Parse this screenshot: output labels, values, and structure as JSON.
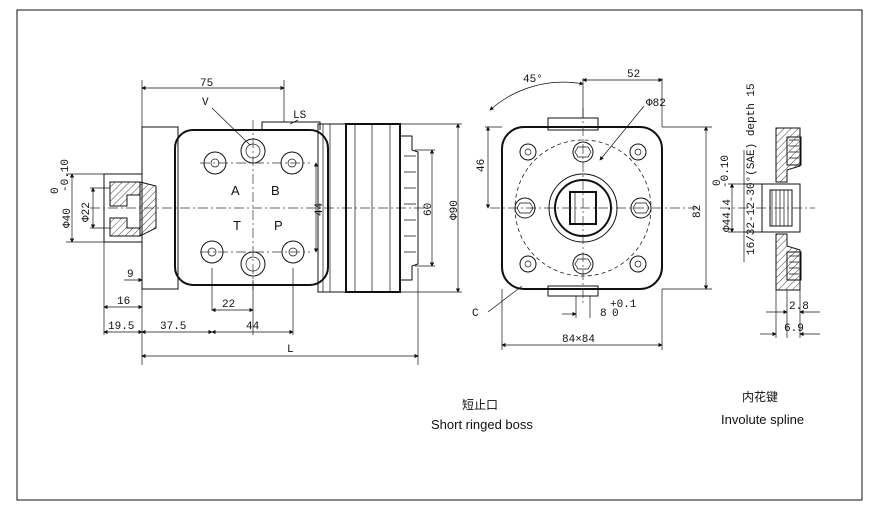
{
  "dims": {
    "d75": "75",
    "v": "V",
    "ls": "LS",
    "a": "A",
    "b": "B",
    "t": "T",
    "p": "P",
    "d44v": "44",
    "d60": "60",
    "d90": "Φ90",
    "d40": "Φ40",
    "d40_tol_top": "0",
    "d40_tol_bot": "-0.10",
    "d22v": "Φ22",
    "d9": "9",
    "d16": "16",
    "d22h": "22",
    "d19_5": "19.5",
    "d37_5": "37.5",
    "d44h": "44",
    "l": "L",
    "a45": "45°",
    "d52": "52",
    "d82c": "Φ82",
    "d46": "46",
    "d82": "82",
    "c": "C",
    "d8": "8",
    "d8_tol_top": "+0.1",
    "d8_tol_bot": "0",
    "d84": "84×84",
    "spline": "16/32-12-30°(SAE) depth 15",
    "d44_4": "Φ44.4",
    "d44_4_tol_top": "0",
    "d44_4_tol_bot": "-0.10",
    "d2_8": "2.8",
    "d6_9": "6.9"
  },
  "captions": {
    "boss_cn": "短止口",
    "boss_en": "Short ringed boss",
    "spline_cn": "内花键",
    "spline_en": "Involute spline"
  }
}
